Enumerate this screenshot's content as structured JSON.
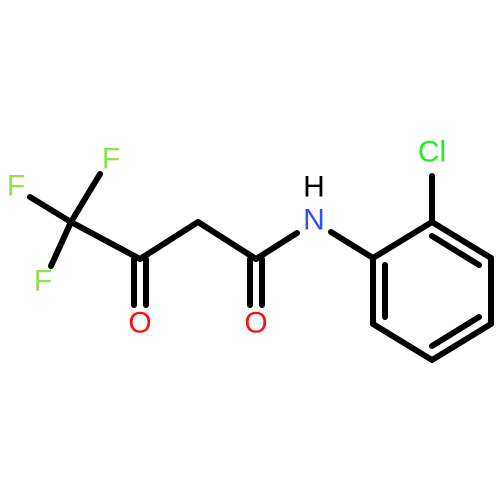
{
  "molecule": {
    "atoms": {
      "f_top": {
        "symbol": "F",
        "color": "#90e050"
      },
      "f_left": {
        "symbol": "F",
        "color": "#90e050"
      },
      "f_bottom": {
        "symbol": "F",
        "color": "#90e050"
      },
      "o_ketone": {
        "symbol": "O",
        "color": "#ff0d0d"
      },
      "o_amide": {
        "symbol": "O",
        "color": "#ff0d0d"
      },
      "n_amide": {
        "symbol": "N",
        "color": "#3050f8"
      },
      "h_amide": {
        "symbol": "H",
        "color": "#000000"
      },
      "cl": {
        "symbol": "Cl",
        "color": "#1ff01f"
      }
    },
    "bond_color": "#000000"
  }
}
